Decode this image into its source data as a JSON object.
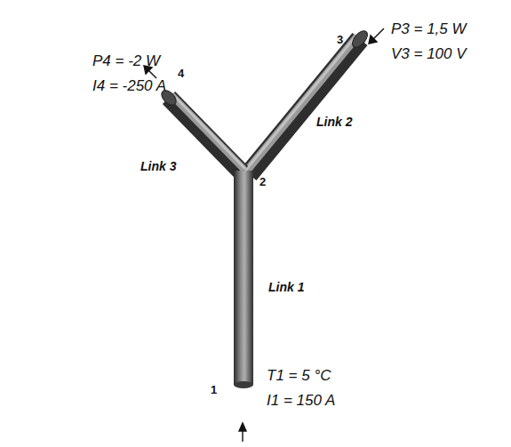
{
  "diagram": {
    "labels": [
      "3",
      "P3 = 1,5 W",
      "V3 = 100 V",
      "P4 = -2 W",
      "I4 = -250 A",
      "4",
      "Link 2",
      "Link 3",
      "2",
      "Link 1",
      "T1 = 5 °C",
      "I1 = 150 A",
      "1"
    ]
  }
}
